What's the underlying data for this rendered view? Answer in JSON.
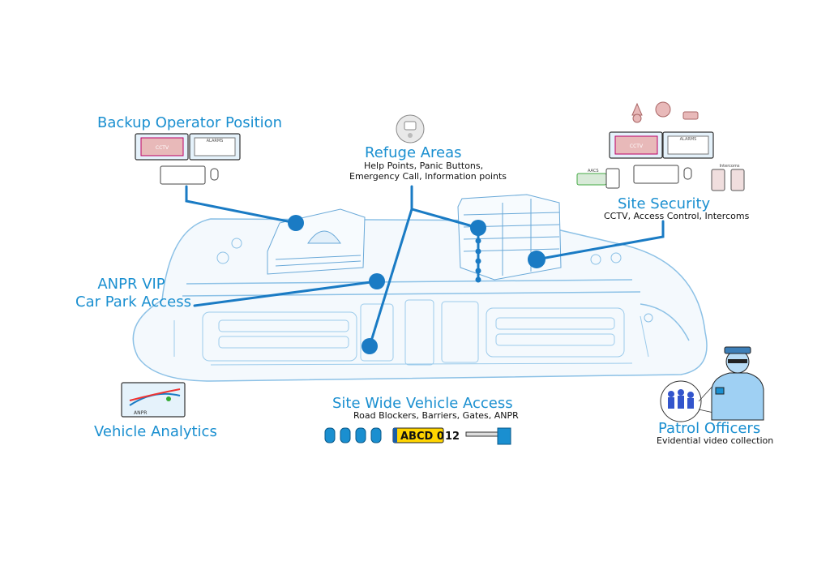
{
  "labels": {
    "backup_operator": "Backup Operator Position",
    "refuge_title": "Refuge Areas",
    "refuge_line1": "Help Points, Panic Buttons,",
    "refuge_line2": "Emergency Call, Information points",
    "site_security_title": "Site Security",
    "site_security_sub": "CCTV, Access Control, Intercoms",
    "anpr_line1": "ANPR VIP",
    "anpr_line2": "Car Park Access",
    "site_wide_title": "Site Wide Vehicle Access",
    "site_wide_sub": "Road Blockers, Barriers, Gates, ANPR",
    "vehicle_analytics": "Vehicle Analytics",
    "patrol_title": "Patrol Officers",
    "patrol_sub": "Evidential video collection"
  },
  "icon_text": {
    "cctv": "CCTV",
    "alarms": "ALARMS",
    "aacs": "AACS",
    "intercoms": "Intercoms",
    "anpr": "ANPR",
    "plate_prefix": "ABCD 0",
    "plate_suffix": "12"
  },
  "colors": {
    "accent": "#1a8fd0",
    "line": "#1a7bc4",
    "sketch": "#8cc1e6",
    "screen_pink": "#e8b9b9",
    "plate_yellow": "#ffd400"
  }
}
